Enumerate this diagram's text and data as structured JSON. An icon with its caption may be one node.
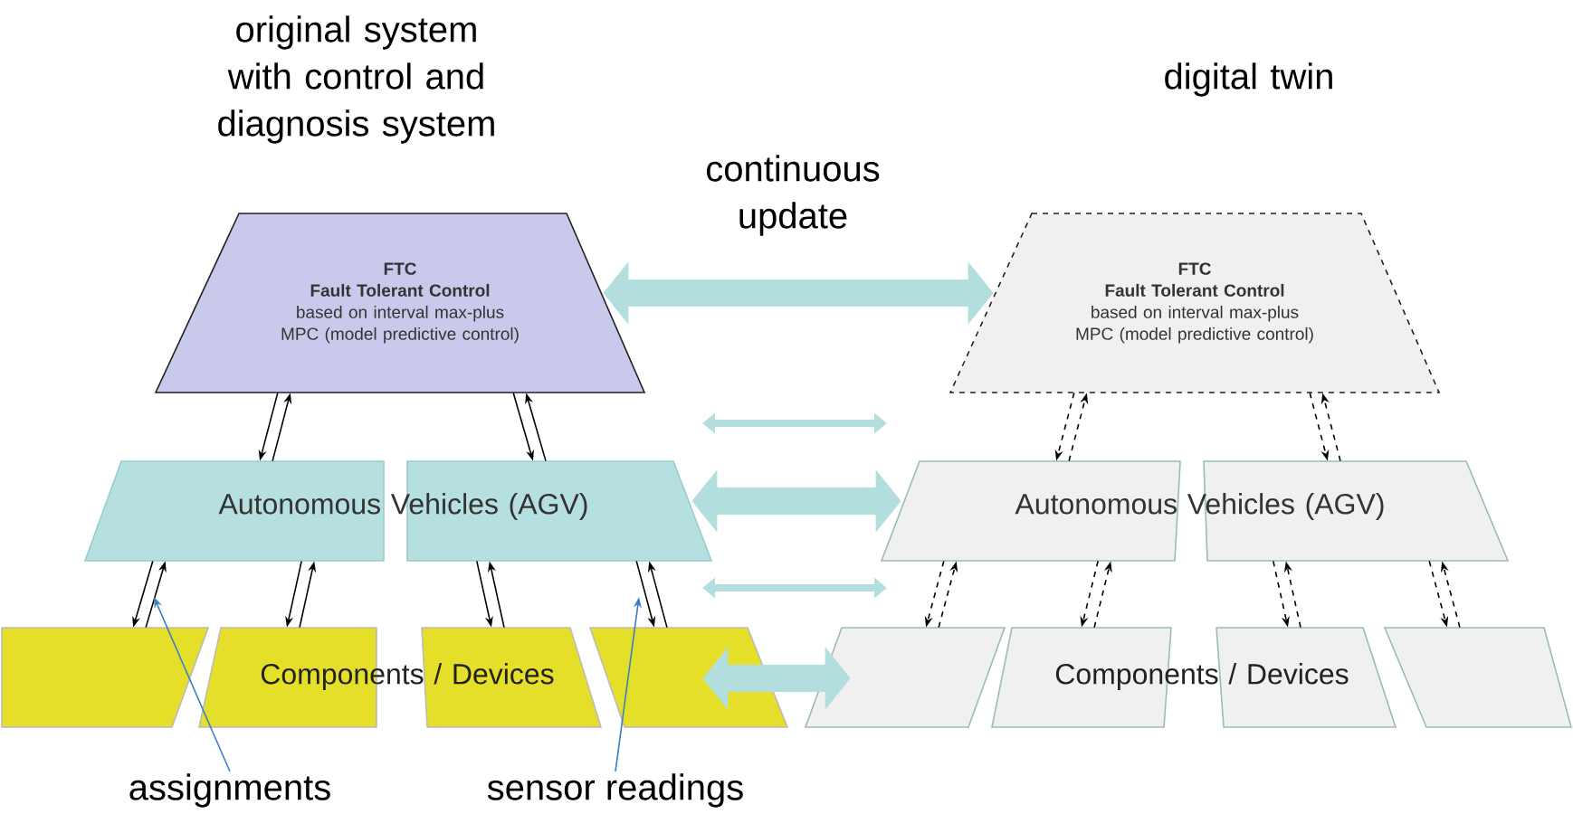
{
  "diagram": {
    "nodes": [
      {
        "text": [
          "FTC",
          "Fault Tolerant Control",
          "based on interval max-plus MPC (model predictive control)"
        ]
      },
      {
        "text": [],
        "shape": "trapezoid"
      },
      {
        "text": [],
        "shape": "trapezoid"
      },
      {
        "text": [],
        "shape": "trapezoid"
      },
      {
        "text": [],
        "shape": "trapezoid"
      },
      {
        "text": [],
        "shape": "trapezoid"
      },
      {
        "text": [],
        "shape": "trapezoid"
      },
      {
        "text": [
          "FTC",
          "Fault Tolerant Control",
          "based on interval max-plus MPC (model predictive control)"
        ]
      },
      {
        "text": [],
        "shape": "trapezoid"
      },
      {
        "text": [],
        "shape": "trapezoid"
      },
      {
        "text": [],
        "shape": "trapezoid"
      },
      {
        "text": [],
        "shape": "trapezoid"
      },
      {
        "text": [],
        "shape": "trapezoid"
      },
      {
        "text": [],
        "shape": "trapezoid"
      },
      {
        "text": [
          "assignments"
        ]
      },
      {
        "text": [
          "sensor readings"
        ]
      }
    ],
    "edges": [
      {
        "from": 0,
        "to": 1,
        "arrow": "to"
      },
      {
        "from": 1,
        "to": 0,
        "arrow": "to"
      },
      {
        "from": 0,
        "to": 2,
        "arrow": "to"
      },
      {
        "from": 2,
        "to": 0,
        "arrow": "to"
      },
      {
        "from": 1,
        "to": 3,
        "arrow": "to"
      },
      {
        "from": 3,
        "to": 1,
        "arrow": "to"
      },
      {
        "from": 1,
        "to": 4,
        "arrow": "to"
      },
      {
        "from": 4,
        "to": 1,
        "arrow": "to"
      },
      {
        "from": 2,
        "to": 5,
        "arrow": "to"
      },
      {
        "from": 5,
        "to": 2,
        "arrow": "to"
      },
      {
        "from": 2,
        "to": 6,
        "arrow": "to"
      },
      {
        "from": 6,
        "to": 2,
        "arrow": "to"
      },
      {
        "from": 7,
        "to": 8,
        "arrow": "to",
        "style": "dashed"
      },
      {
        "from": 8,
        "to": 7,
        "arrow": "to",
        "style": "dashed"
      },
      {
        "from": 7,
        "to": 9,
        "arrow": "to",
        "style": "dashed"
      },
      {
        "from": 9,
        "to": 7,
        "arrow": "to",
        "style": "dashed"
      },
      {
        "from": 8,
        "to": 10,
        "arrow": "to",
        "style": "dashed"
      },
      {
        "from": 10,
        "to": 8,
        "arrow": "to",
        "style": "dashed"
      },
      {
        "from": 8,
        "to": 11,
        "arrow": "to",
        "style": "dashed"
      },
      {
        "from": 11,
        "to": 8,
        "arrow": "to",
        "style": "dashed"
      },
      {
        "from": 9,
        "to": 12,
        "arrow": "to",
        "style": "dashed"
      },
      {
        "from": 12,
        "to": 9,
        "arrow": "to",
        "style": "dashed"
      },
      {
        "from": 9,
        "to": 13,
        "arrow": "to",
        "style": "dashed"
      },
      {
        "from": 13,
        "to": 9,
        "arrow": "to",
        "style": "dashed"
      },
      {
        "from": 0,
        "to": 7,
        "arrow": "both",
        "style": "thick",
        "color": "#b3dede"
      },
      {
        "from": 2,
        "to": 8,
        "arrow": "both",
        "style": "thick",
        "color": "#b3dede"
      },
      {
        "from": 6,
        "to": 10,
        "arrow": "both",
        "style": "thick",
        "color": "#b3dede"
      },
      {
        "from": 14,
        "to": null,
        "arrow": "to",
        "color": "#3d7fc4"
      },
      {
        "from": 15,
        "to": null,
        "arrow": "to",
        "color": "#3d7fc4"
      }
    ],
    "labels": [
      "original system with control and diagnosis system",
      "digital twin",
      "continuous update",
      "Autonomous Vehicles (AGV)",
      "Autonomous Vehicles (AGV)",
      "Components / Devices",
      "Components / Devices"
    ]
  }
}
